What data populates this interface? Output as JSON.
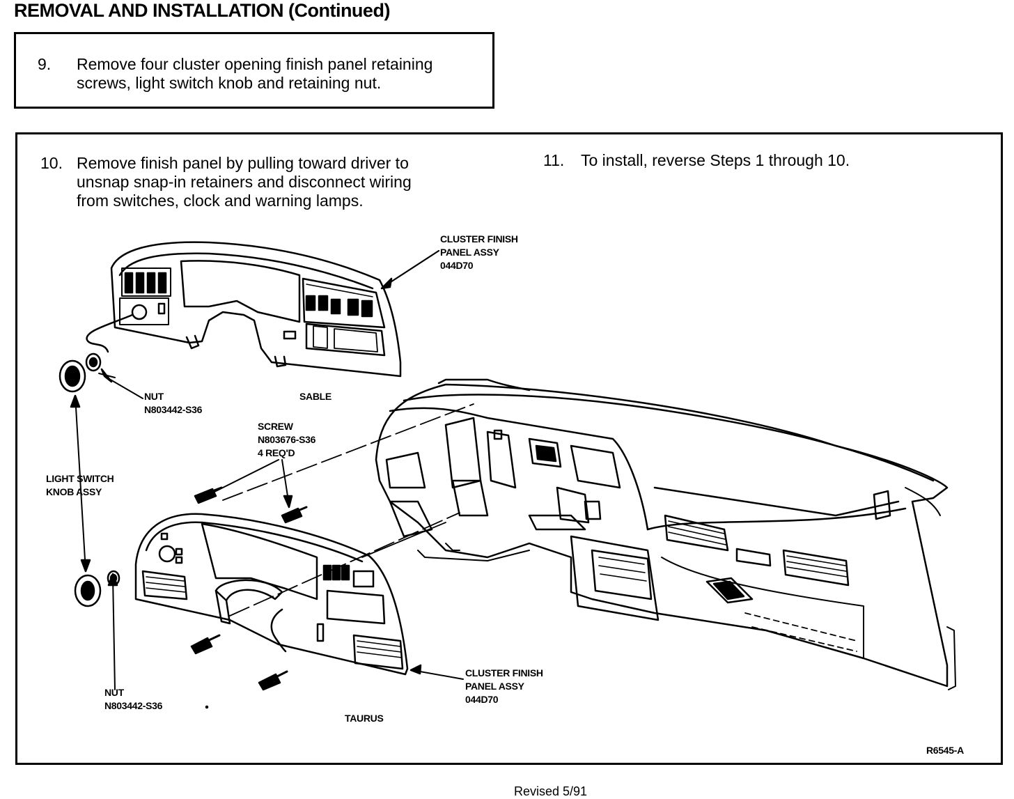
{
  "header": {
    "title": "REMOVAL AND INSTALLATION (Continued)"
  },
  "steps": [
    {
      "number": "9.",
      "lines": [
        "Remove four cluster opening finish panel retaining",
        "screws, light switch knob and retaining nut."
      ]
    },
    {
      "number": "10.",
      "lines": [
        "Remove finish panel by pulling toward driver to",
        "unsnap snap-in retainers and disconnect wiring",
        "from switches, clock and warning lamps."
      ]
    },
    {
      "number": "11.",
      "lines": [
        "To install, reverse Steps 1 through 10."
      ]
    }
  ],
  "figure": {
    "callouts": {
      "cluster_top": [
        "CLUSTER FINISH",
        "PANEL ASSY",
        "044D70"
      ],
      "nut_top": [
        "NUT",
        "N803442-S36"
      ],
      "sable": "SABLE",
      "screw": [
        "SCREW",
        "N803676-S36",
        "4 REQ'D"
      ],
      "knob": [
        "LIGHT SWITCH",
        "KNOB ASSY"
      ],
      "cluster_bottom": [
        "CLUSTER FINISH",
        "PANEL ASSY",
        "044D70"
      ],
      "nut_bottom": [
        "NUT",
        "N803442-S36"
      ],
      "taurus": "TAURUS",
      "figure_code": "R6545-A"
    }
  },
  "footer": {
    "revised": "Revised 5/91"
  }
}
